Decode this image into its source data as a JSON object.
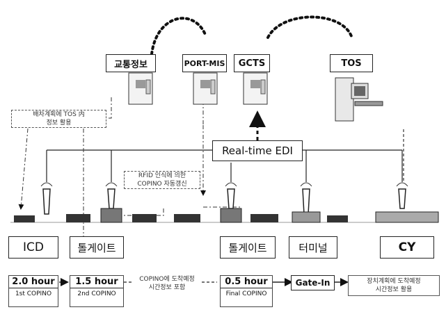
{
  "systems": {
    "traffic": "교통정보",
    "portmis": "PORT-MIS",
    "gcts": "GCTS",
    "tos": "TOS"
  },
  "edi": "Real-time EDI",
  "notes": {
    "dispatch_line1": "배차계획에 TOS 内",
    "dispatch_line2": "정보 활용",
    "rfid_line1": "RFID 인식에 의한",
    "rfid_line2": "COPINO 자동갱신",
    "arrival_line1": "COPINO에 도착예정",
    "arrival_line2": "시간정보 포함",
    "stacking_line1": "장치계획에 도착예정",
    "stacking_line2": "시간정보 활용"
  },
  "locations": {
    "icd": "ICD",
    "tollgate1": "톨게이트",
    "tollgate2": "톨게이트",
    "terminal": "터미널",
    "cy": "CY"
  },
  "timeline": [
    {
      "time": "2.0 hour",
      "label": "1st COPINO"
    },
    {
      "time": "1.5 hour",
      "label": "2nd COPINO"
    },
    {
      "time": "0.5 hour",
      "label": "Final COPINO"
    }
  ],
  "gate_in": "Gate-In"
}
